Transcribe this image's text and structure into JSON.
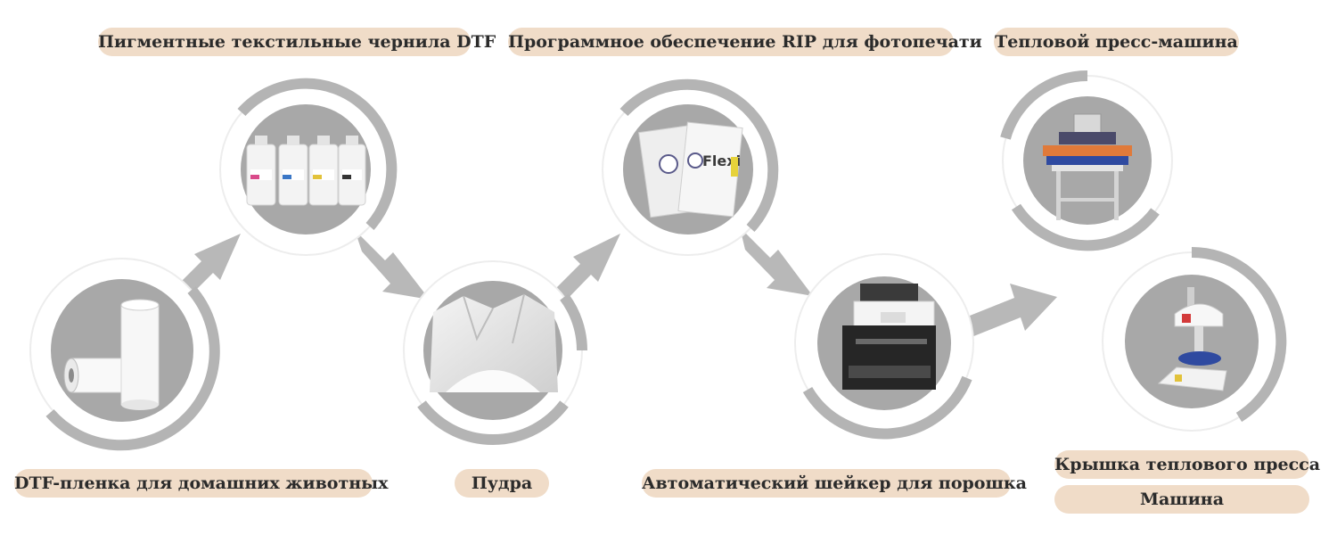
{
  "labels": {
    "ink": "Пигментные текстильные чернила DTF",
    "rip": "Программное обеспечение RIP для фотопечати",
    "press": "Тепловой пресс-машина",
    "film": "DTF-пленка для домашних животных",
    "powder": "Пудра",
    "shaker": "Автоматический шейкер для порошка",
    "cap_press_line1": "Крышка теплового пресса",
    "cap_press_line2": "Машина"
  },
  "product_text": {
    "rip_brand": "Flexi"
  },
  "colors": {
    "ring": "#b4b4b4",
    "arrow": "#b8b8b8",
    "pill_bg": "#f0dcc8",
    "pill_text": "#2b2b2b",
    "circle_fill": "#a8a8a8"
  },
  "icons": [
    "film-rolls-icon",
    "ink-bottles-icon",
    "powder-bag-icon",
    "rip-software-icon",
    "powder-shaker-icon",
    "heat-press-icon",
    "cap-press-icon"
  ]
}
